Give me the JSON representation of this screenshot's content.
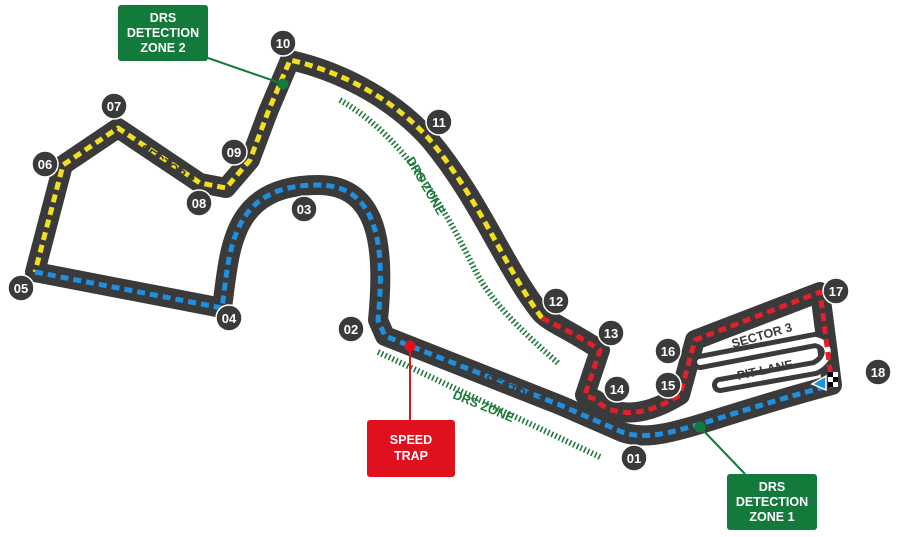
{
  "colors": {
    "track": "#3a3a3a",
    "sector1": "#1f8fe0",
    "sector2": "#f2df1f",
    "sector3": "#e0202a",
    "pit_lane": "#ffffff",
    "drs": "#1c7a3a",
    "detection_box": "#137a3c",
    "speed_trap_box": "#e0101e",
    "corner_badge": "#3a3a3a"
  },
  "corners": [
    "01",
    "02",
    "03",
    "04",
    "05",
    "06",
    "07",
    "08",
    "09",
    "10",
    "11",
    "12",
    "13",
    "14",
    "15",
    "16",
    "17",
    "18"
  ],
  "sectors": {
    "s1": "SECTOR 1",
    "s2": "SECTOR 2",
    "s3": "SECTOR 3"
  },
  "pit_lane": {
    "label": "PIT LANE"
  },
  "drs_zones": [
    "DRS ZONE",
    "DRS ZONE"
  ],
  "detection_zones": [
    {
      "line1": "DRS",
      "line2": "DETECTION",
      "line3": "ZONE 1"
    },
    {
      "line1": "DRS",
      "line2": "DETECTION",
      "line3": "ZONE 2"
    }
  ],
  "speed_trap": {
    "line1": "SPEED",
    "line2": "TRAP"
  }
}
